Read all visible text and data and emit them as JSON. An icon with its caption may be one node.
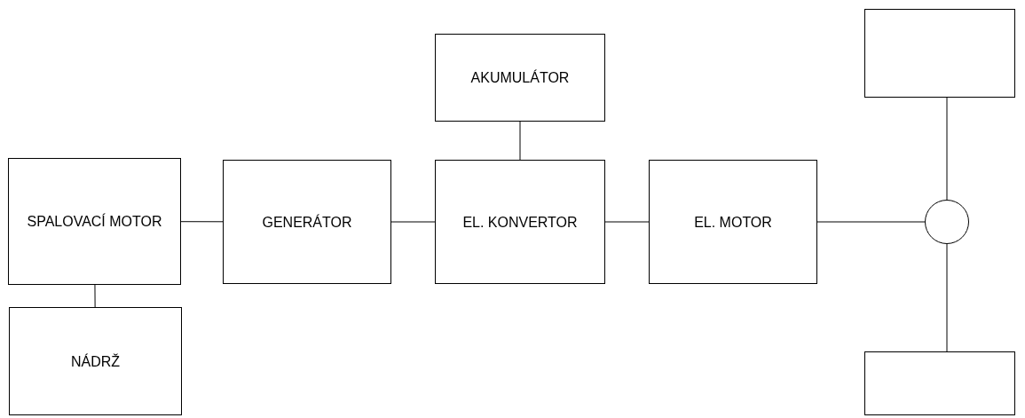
{
  "diagram": {
    "nodes": [
      {
        "text": [
          "SPALOVACÍ MOTOR"
        ]
      },
      {
        "text": [
          "GENERÁTOR"
        ]
      },
      {
        "text": [
          "EL. KONVERTOR"
        ]
      },
      {
        "text": [
          "EL. MOTOR"
        ]
      },
      {
        "text": [
          "AKUMULÁTOR"
        ]
      },
      {
        "text": [
          "NÁDRŽ"
        ]
      },
      {
        "text": [],
        "shape": "circle"
      },
      {
        "text": [],
        "shape": "box"
      },
      {
        "text": [],
        "shape": "box"
      }
    ],
    "edges": [
      {
        "from": 0,
        "to": 1,
        "arrow": "none"
      },
      {
        "from": 1,
        "to": 2,
        "arrow": "none"
      },
      {
        "from": 2,
        "to": 3,
        "arrow": "none"
      },
      {
        "from": 3,
        "to": 6,
        "arrow": "none"
      },
      {
        "from": 4,
        "to": 2,
        "arrow": "none"
      },
      {
        "from": 0,
        "to": 5,
        "arrow": "none"
      },
      {
        "from": 7,
        "to": 6,
        "arrow": "none"
      },
      {
        "from": 6,
        "to": 8,
        "arrow": "none"
      }
    ]
  }
}
